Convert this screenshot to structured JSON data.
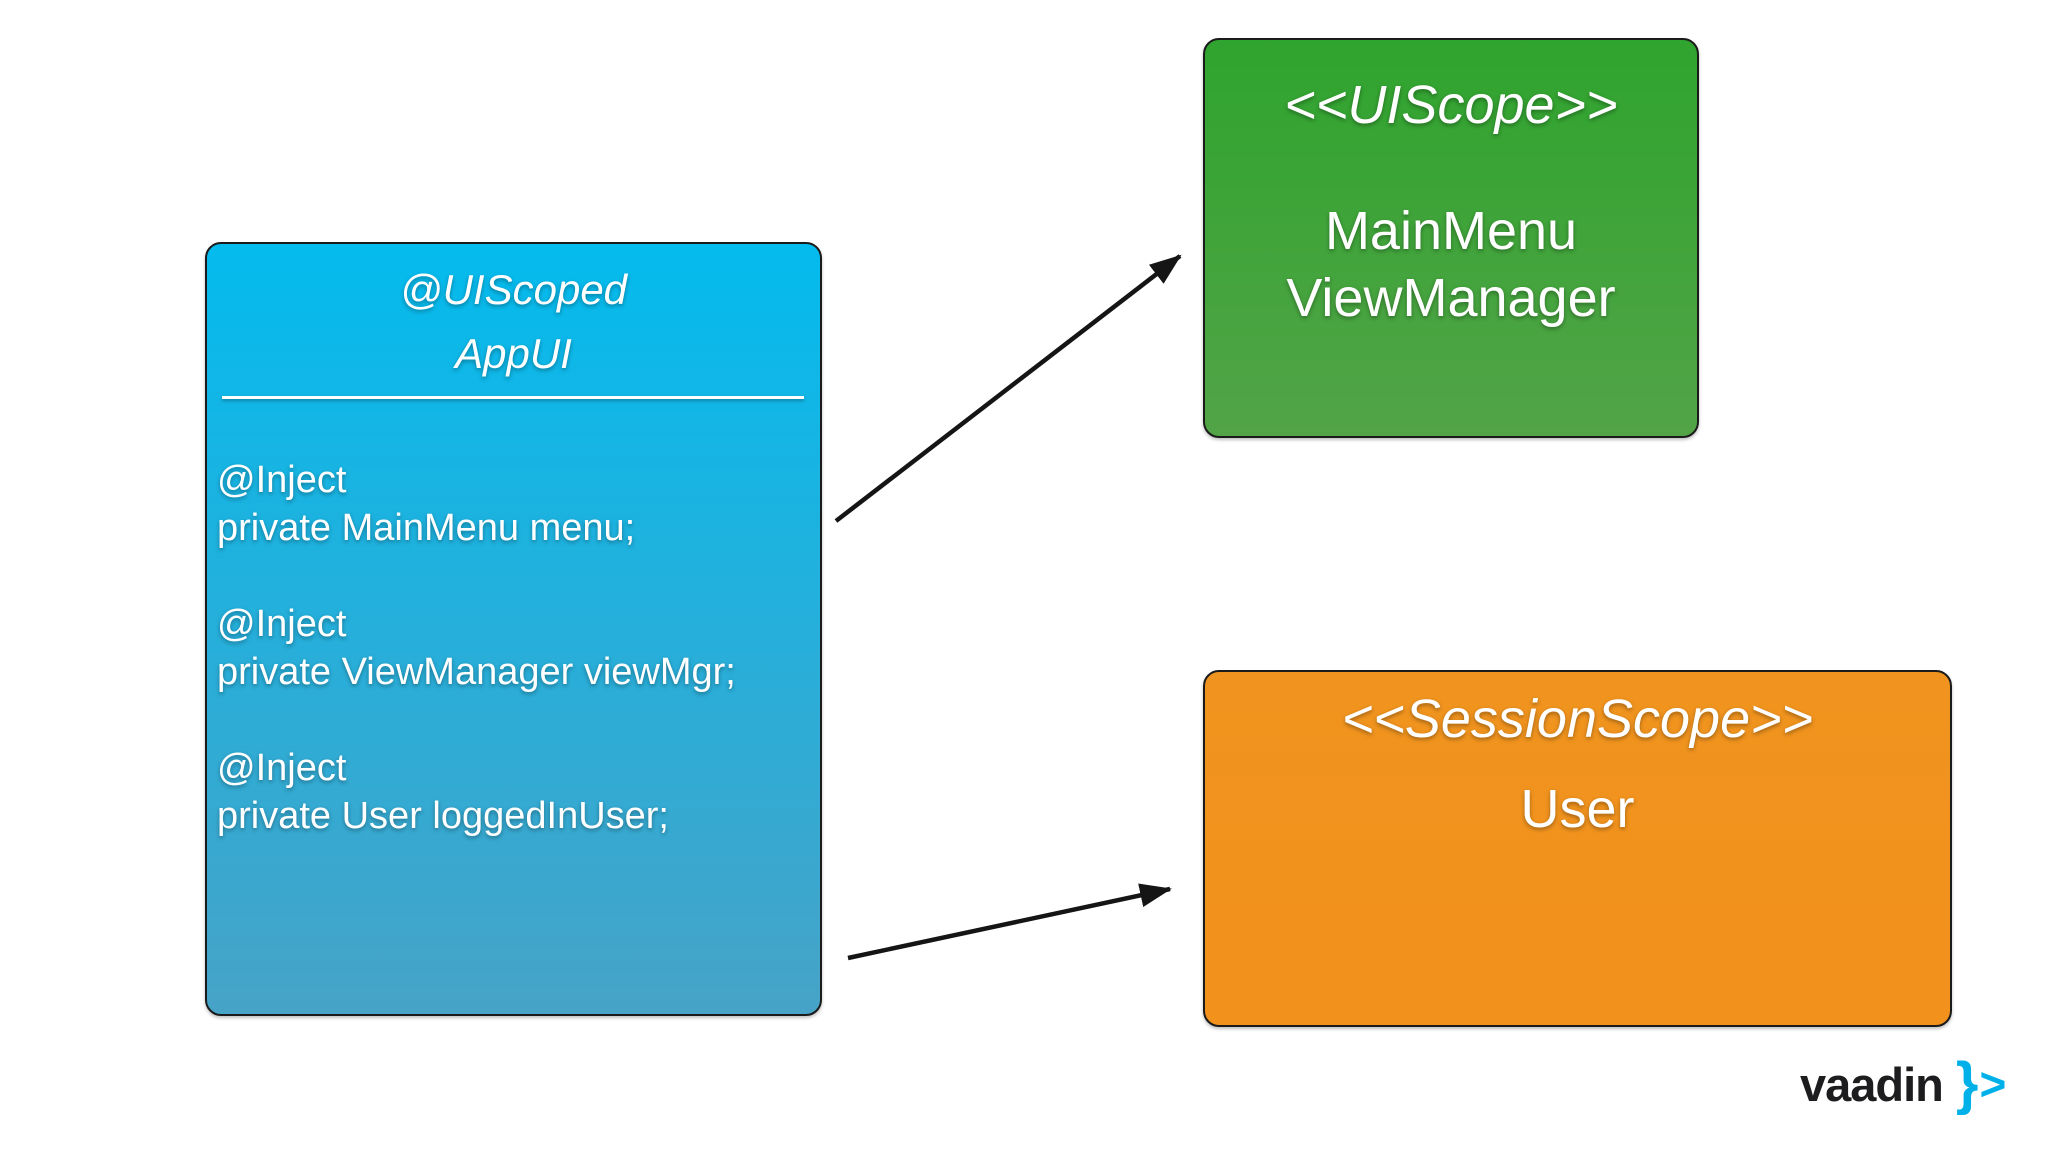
{
  "canvas": {
    "background": "#ffffff"
  },
  "diagram": {
    "app_box": {
      "stereotype": "@UIScoped",
      "class_name": "AppUI",
      "members": [
        {
          "annotation": "@Inject",
          "declaration": "private MainMenu menu;"
        },
        {
          "annotation": "@Inject",
          "declaration": "private ViewManager viewMgr;"
        },
        {
          "annotation": "@Inject",
          "declaration": "private User loggedInUser;"
        }
      ],
      "gradient_top": "#04bbee",
      "gradient_bottom": "#47a3c7",
      "text_color": "#ffffff"
    },
    "ui_scope_box": {
      "stereotype": "<<UIScope>>",
      "classes": [
        "MainMenu",
        "ViewManager"
      ],
      "gradient_top": "#2fa42e",
      "gradient_bottom": "#52a447",
      "text_color": "#ffffff"
    },
    "session_scope_box": {
      "stereotype": "<<SessionScope>>",
      "classes": [
        "User"
      ],
      "gradient_top": "#f0941f",
      "gradient_bottom": "#f2911b",
      "text_color": "#ffffff"
    },
    "relations": [
      {
        "from": "AppUI",
        "to": "MainMenu / ViewManager (UIScope)"
      },
      {
        "from": "AppUI",
        "to": "User (SessionScope)"
      }
    ],
    "border_color": "#1b1b1b",
    "arrow_color": "#151515"
  },
  "footer": {
    "logo_word": "vaadin",
    "logo_brace": "}",
    "logo_chevron": ">",
    "logo_word_color": "#1d1d1f",
    "logo_accent_color": "#00b1e9"
  }
}
